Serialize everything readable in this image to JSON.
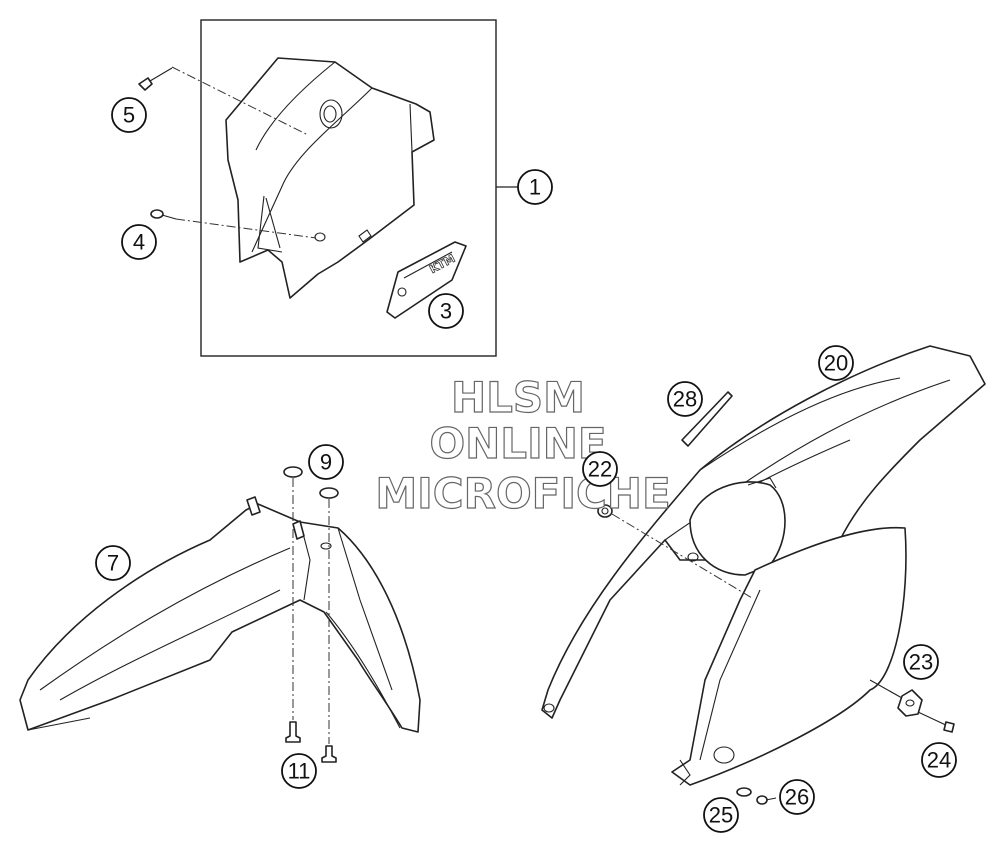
{
  "watermark": {
    "line1": "HLSM",
    "line2": "ONLINE",
    "line3": "MICROFICHE"
  },
  "callouts": {
    "c1": "1",
    "c3": "3",
    "c4": "4",
    "c5": "5",
    "c7": "7",
    "c9": "9",
    "c11": "11",
    "c20": "20",
    "c22": "22",
    "c23": "23",
    "c24": "24",
    "c25": "25",
    "c26": "26",
    "c28": "28"
  },
  "number_plate_logo": "KTM"
}
